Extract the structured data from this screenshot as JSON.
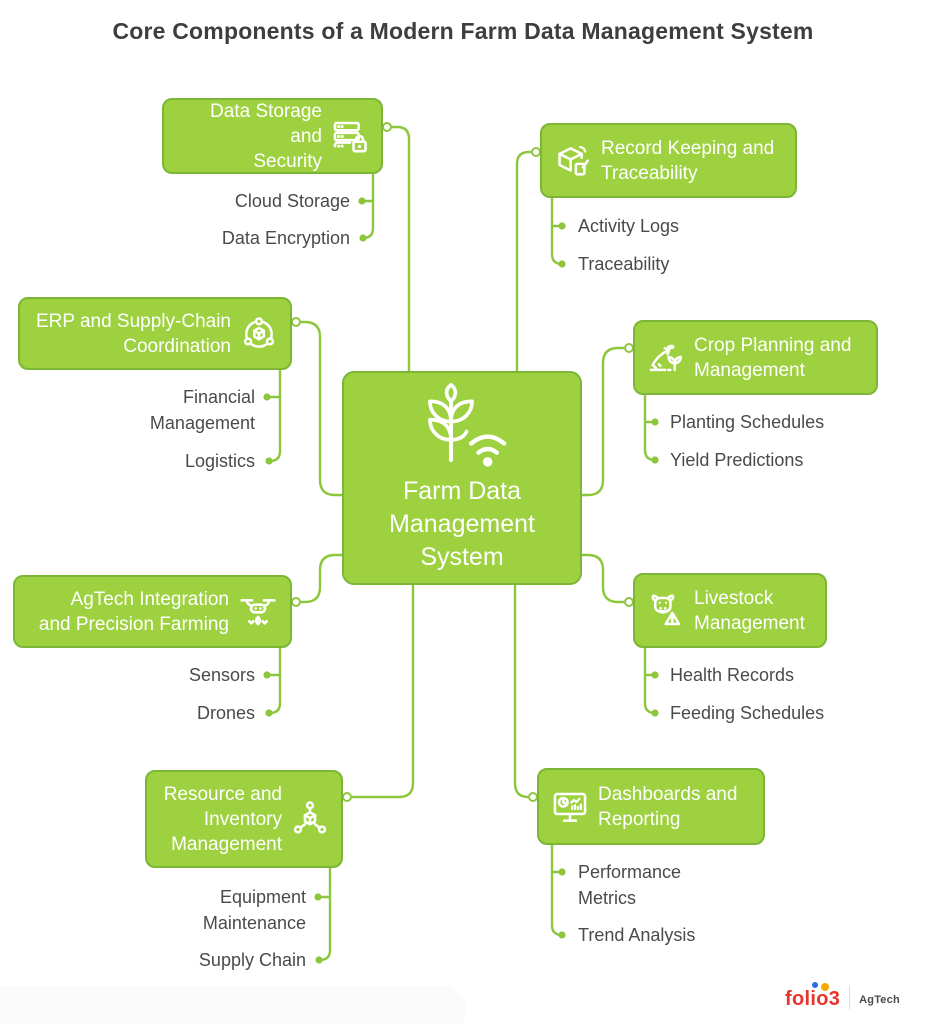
{
  "title": "Core Components of a Modern Farm Data Management System",
  "center": {
    "icon": "plant-wifi-icon",
    "title_lines": [
      "Farm Data",
      "Management",
      "System"
    ]
  },
  "branches": [
    {
      "icon": "server-lock-icon",
      "title_lines": [
        "Data Storage and",
        "Security"
      ],
      "items": [
        "Cloud Storage",
        "Data Encryption"
      ]
    },
    {
      "icon": "package-edit-icon",
      "title_lines": [
        "Record Keeping and",
        "Traceability"
      ],
      "items": [
        "Activity Logs",
        "Traceability"
      ]
    },
    {
      "icon": "supply-orbit-icon",
      "title_lines": [
        "ERP and Supply-Chain",
        "Coordination"
      ],
      "items": [
        "Financial Management",
        "Logistics"
      ]
    },
    {
      "icon": "crop-growth-icon",
      "title_lines": [
        "Crop Planning and",
        "Management"
      ],
      "items": [
        "Planting Schedules",
        "Yield Predictions"
      ]
    },
    {
      "icon": "drone-icon",
      "title_lines": [
        "AgTech Integration",
        "and Precision Farming"
      ],
      "items": [
        "Sensors",
        "Drones"
      ]
    },
    {
      "icon": "cow-alert-icon",
      "title_lines": [
        "Livestock",
        "Management"
      ],
      "items": [
        "Health Records",
        "Feeding Schedules"
      ]
    },
    {
      "icon": "molecule-cube-icon",
      "title_lines": [
        "Resource and",
        "Inventory",
        "Management"
      ],
      "items": [
        "Equipment Maintenance",
        "Supply Chain"
      ]
    },
    {
      "icon": "monitor-chart-icon",
      "title_lines": [
        "Dashboards and",
        "Reporting"
      ],
      "items": [
        "Performance Metrics",
        "Trend Analysis"
      ]
    }
  ],
  "footer_logo": {
    "brand": "folio3",
    "division": "AgTech"
  },
  "colors": {
    "node_fill": "#9dd13f",
    "node_border": "#7cb637",
    "connector": "#8cc63c",
    "heading_text": "#3e3e3e",
    "item_text": "#4a4a4a",
    "logo_red": "#e8342c",
    "logo_blue": "#2b6be8",
    "logo_yellow": "#f5a800"
  }
}
